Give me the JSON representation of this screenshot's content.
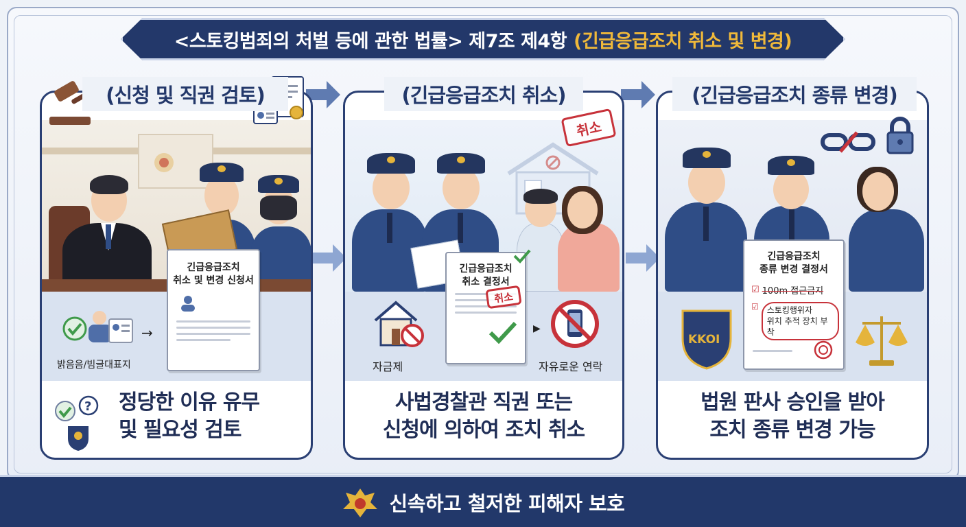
{
  "title": {
    "main": "<스토킹범죄의 처벌 등에 관한 법률> 제7조 제4항",
    "accent": "(긴급응급조치 취소 및 변경)"
  },
  "panels": [
    {
      "heading": "(신청 및 직권 검토)",
      "document_title_line1": "긴급응급조치",
      "document_title_line2": "취소 및 변경 신청서",
      "side_label": "밝음음/빔글대표지",
      "caption_line1": "정당한 이유 유무",
      "caption_line2": "및 필요성 검토"
    },
    {
      "heading": "(긴급응급조치 취소)",
      "stamp_top": "취소",
      "document_title_line1": "긴급응급조치",
      "document_title_line2": "취소 결정서",
      "stamp_doc": "취소",
      "left_label": "자금제",
      "right_label": "자유로운 연락",
      "caption_line1": "사법경찰관 직권 또는",
      "caption_line2": "신청에 의하여 조치 취소"
    },
    {
      "heading": "(긴급응급조치 종류 변경)",
      "document_title_line1": "긴급응급조치",
      "document_title_line2": "종류 변경 결정서",
      "check_item1": "100m 접근금지",
      "check_item2_line1": "스토킹행위자",
      "check_item2_line2": "위치 추적 장치 부착",
      "shield_text": "KKOI",
      "caption_line1": "법원 판사 승인을 받아",
      "caption_line2": "조치 종류 변경 가능"
    }
  ],
  "footer": {
    "text": "신속하고 철저한 피해자 보호"
  },
  "colors": {
    "navy": "#23386a",
    "gold": "#f0b93a",
    "stamp_red": "#c7323a",
    "check_green": "#3f9a4a"
  },
  "icons": [
    "gavel-icon",
    "document-icon",
    "id-card-icon",
    "chain-broken-icon",
    "lock-icon",
    "police-emblem-icon",
    "scales-icon",
    "no-phone-icon",
    "house-icon",
    "checkmark-icon",
    "question-icon"
  ]
}
